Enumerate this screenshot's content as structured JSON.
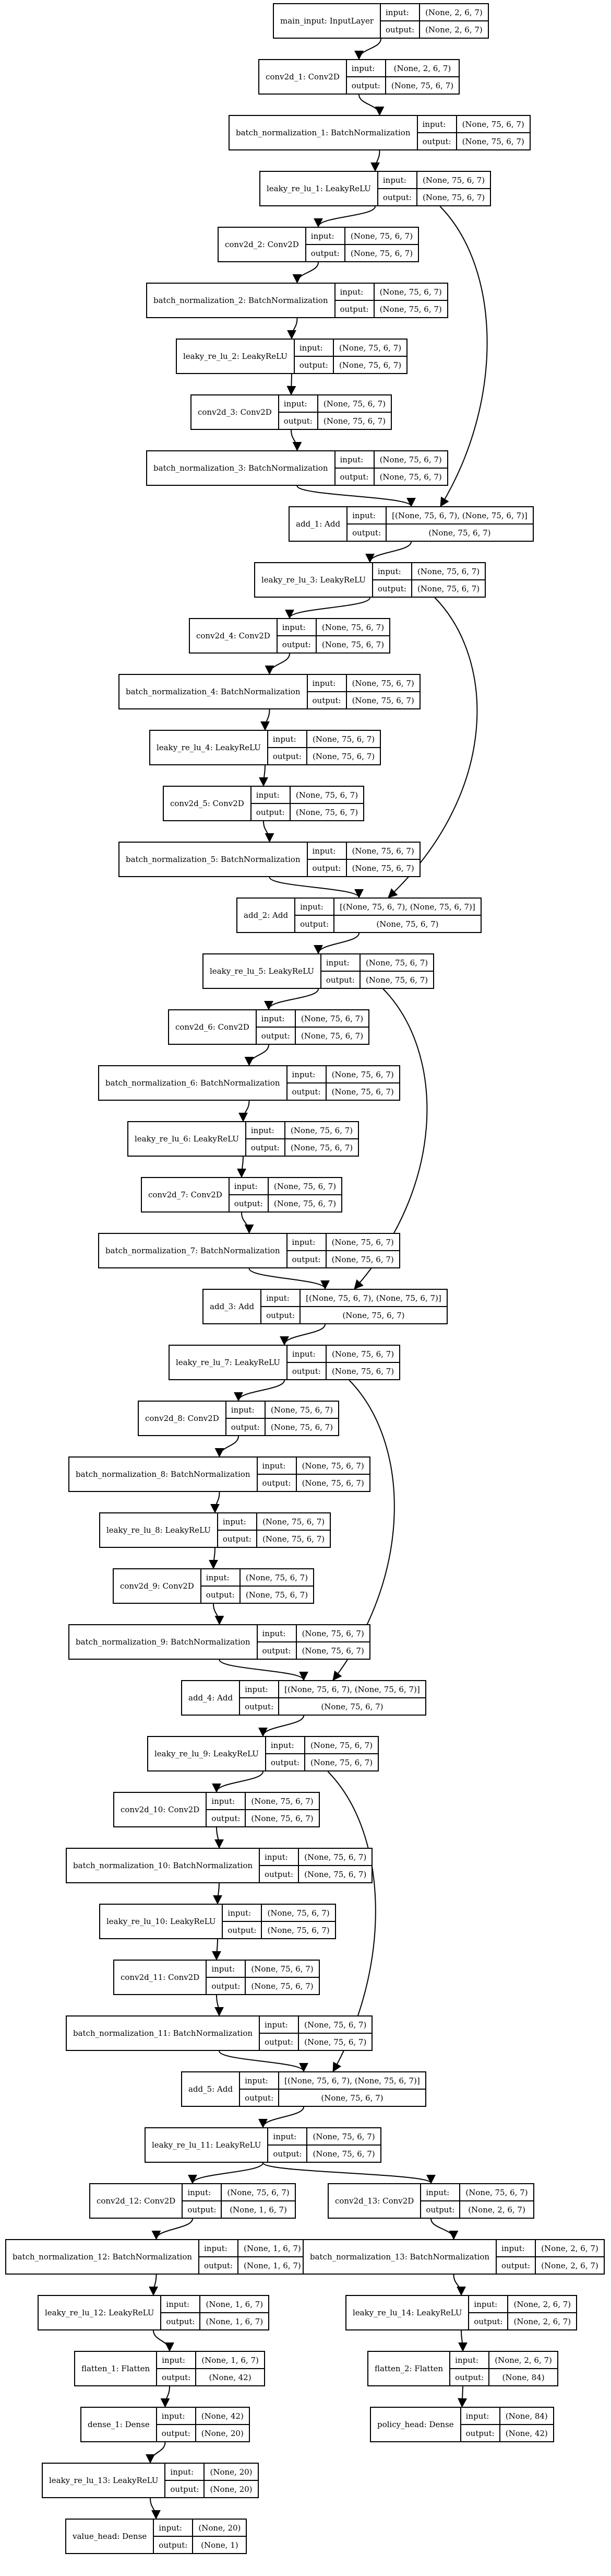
{
  "io_labels": {
    "input": "input:",
    "output": "output:"
  },
  "nodes": [
    {
      "id": "main_input",
      "name": "main_input: InputLayer",
      "input": "(None, 2, 6, 7)",
      "output": "(None, 2, 6, 7)"
    },
    {
      "id": "conv2d_1",
      "name": "conv2d_1: Conv2D",
      "input": "(None, 2, 6, 7)",
      "output": "(None, 75, 6, 7)"
    },
    {
      "id": "bn_1",
      "name": "batch_normalization_1: BatchNormalization",
      "input": "(None, 75, 6, 7)",
      "output": "(None, 75, 6, 7)"
    },
    {
      "id": "lrelu_1",
      "name": "leaky_re_lu_1: LeakyReLU",
      "input": "(None, 75, 6, 7)",
      "output": "(None, 75, 6, 7)"
    },
    {
      "id": "conv2d_2",
      "name": "conv2d_2: Conv2D",
      "input": "(None, 75, 6, 7)",
      "output": "(None, 75, 6, 7)"
    },
    {
      "id": "bn_2",
      "name": "batch_normalization_2: BatchNormalization",
      "input": "(None, 75, 6, 7)",
      "output": "(None, 75, 6, 7)"
    },
    {
      "id": "lrelu_2",
      "name": "leaky_re_lu_2: LeakyReLU",
      "input": "(None, 75, 6, 7)",
      "output": "(None, 75, 6, 7)"
    },
    {
      "id": "conv2d_3",
      "name": "conv2d_3: Conv2D",
      "input": "(None, 75, 6, 7)",
      "output": "(None, 75, 6, 7)"
    },
    {
      "id": "bn_3",
      "name": "batch_normalization_3: BatchNormalization",
      "input": "(None, 75, 6, 7)",
      "output": "(None, 75, 6, 7)"
    },
    {
      "id": "add_1",
      "name": "add_1: Add",
      "input": "[(None, 75, 6, 7), (None, 75, 6, 7)]",
      "output": "(None, 75, 6, 7)"
    },
    {
      "id": "lrelu_3",
      "name": "leaky_re_lu_3: LeakyReLU",
      "input": "(None, 75, 6, 7)",
      "output": "(None, 75, 6, 7)"
    },
    {
      "id": "conv2d_4",
      "name": "conv2d_4: Conv2D",
      "input": "(None, 75, 6, 7)",
      "output": "(None, 75, 6, 7)"
    },
    {
      "id": "bn_4",
      "name": "batch_normalization_4: BatchNormalization",
      "input": "(None, 75, 6, 7)",
      "output": "(None, 75, 6, 7)"
    },
    {
      "id": "lrelu_4",
      "name": "leaky_re_lu_4: LeakyReLU",
      "input": "(None, 75, 6, 7)",
      "output": "(None, 75, 6, 7)"
    },
    {
      "id": "conv2d_5",
      "name": "conv2d_5: Conv2D",
      "input": "(None, 75, 6, 7)",
      "output": "(None, 75, 6, 7)"
    },
    {
      "id": "bn_5",
      "name": "batch_normalization_5: BatchNormalization",
      "input": "(None, 75, 6, 7)",
      "output": "(None, 75, 6, 7)"
    },
    {
      "id": "add_2",
      "name": "add_2: Add",
      "input": "[(None, 75, 6, 7), (None, 75, 6, 7)]",
      "output": "(None, 75, 6, 7)"
    },
    {
      "id": "lrelu_5",
      "name": "leaky_re_lu_5: LeakyReLU",
      "input": "(None, 75, 6, 7)",
      "output": "(None, 75, 6, 7)"
    },
    {
      "id": "conv2d_6",
      "name": "conv2d_6: Conv2D",
      "input": "(None, 75, 6, 7)",
      "output": "(None, 75, 6, 7)"
    },
    {
      "id": "bn_6",
      "name": "batch_normalization_6: BatchNormalization",
      "input": "(None, 75, 6, 7)",
      "output": "(None, 75, 6, 7)"
    },
    {
      "id": "lrelu_6",
      "name": "leaky_re_lu_6: LeakyReLU",
      "input": "(None, 75, 6, 7)",
      "output": "(None, 75, 6, 7)"
    },
    {
      "id": "conv2d_7",
      "name": "conv2d_7: Conv2D",
      "input": "(None, 75, 6, 7)",
      "output": "(None, 75, 6, 7)"
    },
    {
      "id": "bn_7",
      "name": "batch_normalization_7: BatchNormalization",
      "input": "(None, 75, 6, 7)",
      "output": "(None, 75, 6, 7)"
    },
    {
      "id": "add_3",
      "name": "add_3: Add",
      "input": "[(None, 75, 6, 7), (None, 75, 6, 7)]",
      "output": "(None, 75, 6, 7)"
    },
    {
      "id": "lrelu_7",
      "name": "leaky_re_lu_7: LeakyReLU",
      "input": "(None, 75, 6, 7)",
      "output": "(None, 75, 6, 7)"
    },
    {
      "id": "conv2d_8",
      "name": "conv2d_8: Conv2D",
      "input": "(None, 75, 6, 7)",
      "output": "(None, 75, 6, 7)"
    },
    {
      "id": "bn_8",
      "name": "batch_normalization_8: BatchNormalization",
      "input": "(None, 75, 6, 7)",
      "output": "(None, 75, 6, 7)"
    },
    {
      "id": "lrelu_8",
      "name": "leaky_re_lu_8: LeakyReLU",
      "input": "(None, 75, 6, 7)",
      "output": "(None, 75, 6, 7)"
    },
    {
      "id": "conv2d_9",
      "name": "conv2d_9: Conv2D",
      "input": "(None, 75, 6, 7)",
      "output": "(None, 75, 6, 7)"
    },
    {
      "id": "bn_9",
      "name": "batch_normalization_9: BatchNormalization",
      "input": "(None, 75, 6, 7)",
      "output": "(None, 75, 6, 7)"
    },
    {
      "id": "add_4",
      "name": "add_4: Add",
      "input": "[(None, 75, 6, 7), (None, 75, 6, 7)]",
      "output": "(None, 75, 6, 7)"
    },
    {
      "id": "lrelu_9",
      "name": "leaky_re_lu_9: LeakyReLU",
      "input": "(None, 75, 6, 7)",
      "output": "(None, 75, 6, 7)"
    },
    {
      "id": "conv2d_10",
      "name": "conv2d_10: Conv2D",
      "input": "(None, 75, 6, 7)",
      "output": "(None, 75, 6, 7)"
    },
    {
      "id": "bn_10",
      "name": "batch_normalization_10: BatchNormalization",
      "input": "(None, 75, 6, 7)",
      "output": "(None, 75, 6, 7)"
    },
    {
      "id": "lrelu_10",
      "name": "leaky_re_lu_10: LeakyReLU",
      "input": "(None, 75, 6, 7)",
      "output": "(None, 75, 6, 7)"
    },
    {
      "id": "conv2d_11",
      "name": "conv2d_11: Conv2D",
      "input": "(None, 75, 6, 7)",
      "output": "(None, 75, 6, 7)"
    },
    {
      "id": "bn_11",
      "name": "batch_normalization_11: BatchNormalization",
      "input": "(None, 75, 6, 7)",
      "output": "(None, 75, 6, 7)"
    },
    {
      "id": "add_5",
      "name": "add_5: Add",
      "input": "[(None, 75, 6, 7), (None, 75, 6, 7)]",
      "output": "(None, 75, 6, 7)"
    },
    {
      "id": "lrelu_11",
      "name": "leaky_re_lu_11: LeakyReLU",
      "input": "(None, 75, 6, 7)",
      "output": "(None, 75, 6, 7)"
    },
    {
      "id": "conv2d_12",
      "name": "conv2d_12: Conv2D",
      "input": "(None, 75, 6, 7)",
      "output": "(None, 1, 6, 7)"
    },
    {
      "id": "conv2d_13",
      "name": "conv2d_13: Conv2D",
      "input": "(None, 75, 6, 7)",
      "output": "(None, 2, 6, 7)"
    },
    {
      "id": "bn_12",
      "name": "batch_normalization_12: BatchNormalization",
      "input": "(None, 1, 6, 7)",
      "output": "(None, 1, 6, 7)"
    },
    {
      "id": "bn_13",
      "name": "batch_normalization_13: BatchNormalization",
      "input": "(None, 2, 6, 7)",
      "output": "(None, 2, 6, 7)"
    },
    {
      "id": "lrelu_12",
      "name": "leaky_re_lu_12: LeakyReLU",
      "input": "(None, 1, 6, 7)",
      "output": "(None, 1, 6, 7)"
    },
    {
      "id": "lrelu_14",
      "name": "leaky_re_lu_14: LeakyReLU",
      "input": "(None, 2, 6, 7)",
      "output": "(None, 2, 6, 7)"
    },
    {
      "id": "flatten_1",
      "name": "flatten_1: Flatten",
      "input": "(None, 1, 6, 7)",
      "output": "(None, 42)"
    },
    {
      "id": "flatten_2",
      "name": "flatten_2: Flatten",
      "input": "(None, 2, 6, 7)",
      "output": "(None, 84)"
    },
    {
      "id": "dense_1",
      "name": "dense_1: Dense",
      "input": "(None, 42)",
      "output": "(None, 20)"
    },
    {
      "id": "policy_head",
      "name": "policy_head: Dense",
      "input": "(None, 84)",
      "output": "(None, 42)"
    },
    {
      "id": "lrelu_13",
      "name": "leaky_re_lu_13: LeakyReLU",
      "input": "(None, 20)",
      "output": "(None, 20)"
    },
    {
      "id": "value_head",
      "name": "value_head: Dense",
      "input": "(None, 20)",
      "output": "(None, 1)"
    }
  ],
  "edges": [
    [
      "main_input",
      "conv2d_1"
    ],
    [
      "conv2d_1",
      "bn_1"
    ],
    [
      "bn_1",
      "lrelu_1"
    ],
    [
      "lrelu_1",
      "conv2d_2"
    ],
    [
      "conv2d_2",
      "bn_2"
    ],
    [
      "bn_2",
      "lrelu_2"
    ],
    [
      "lrelu_2",
      "conv2d_3"
    ],
    [
      "conv2d_3",
      "bn_3"
    ],
    [
      "bn_3",
      "add_1"
    ],
    [
      "lrelu_1",
      "add_1"
    ],
    [
      "add_1",
      "lrelu_3"
    ],
    [
      "lrelu_3",
      "conv2d_4"
    ],
    [
      "conv2d_4",
      "bn_4"
    ],
    [
      "bn_4",
      "lrelu_4"
    ],
    [
      "lrelu_4",
      "conv2d_5"
    ],
    [
      "conv2d_5",
      "bn_5"
    ],
    [
      "bn_5",
      "add_2"
    ],
    [
      "lrelu_3",
      "add_2"
    ],
    [
      "add_2",
      "lrelu_5"
    ],
    [
      "lrelu_5",
      "conv2d_6"
    ],
    [
      "conv2d_6",
      "bn_6"
    ],
    [
      "bn_6",
      "lrelu_6"
    ],
    [
      "lrelu_6",
      "conv2d_7"
    ],
    [
      "conv2d_7",
      "bn_7"
    ],
    [
      "bn_7",
      "add_3"
    ],
    [
      "lrelu_5",
      "add_3"
    ],
    [
      "add_3",
      "lrelu_7"
    ],
    [
      "lrelu_7",
      "conv2d_8"
    ],
    [
      "conv2d_8",
      "bn_8"
    ],
    [
      "bn_8",
      "lrelu_8"
    ],
    [
      "lrelu_8",
      "conv2d_9"
    ],
    [
      "conv2d_9",
      "bn_9"
    ],
    [
      "bn_9",
      "add_4"
    ],
    [
      "lrelu_7",
      "add_4"
    ],
    [
      "add_4",
      "lrelu_9"
    ],
    [
      "lrelu_9",
      "conv2d_10"
    ],
    [
      "conv2d_10",
      "bn_10"
    ],
    [
      "bn_10",
      "lrelu_10"
    ],
    [
      "lrelu_10",
      "conv2d_11"
    ],
    [
      "conv2d_11",
      "bn_11"
    ],
    [
      "bn_11",
      "add_5"
    ],
    [
      "lrelu_9",
      "add_5"
    ],
    [
      "add_5",
      "lrelu_11"
    ],
    [
      "lrelu_11",
      "conv2d_12"
    ],
    [
      "lrelu_11",
      "conv2d_13"
    ],
    [
      "conv2d_12",
      "bn_12"
    ],
    [
      "bn_12",
      "lrelu_12"
    ],
    [
      "lrelu_12",
      "flatten_1"
    ],
    [
      "flatten_1",
      "dense_1"
    ],
    [
      "dense_1",
      "lrelu_13"
    ],
    [
      "lrelu_13",
      "value_head"
    ],
    [
      "conv2d_13",
      "bn_13"
    ],
    [
      "bn_13",
      "lrelu_14"
    ],
    [
      "lrelu_14",
      "flatten_2"
    ],
    [
      "flatten_2",
      "policy_head"
    ]
  ]
}
